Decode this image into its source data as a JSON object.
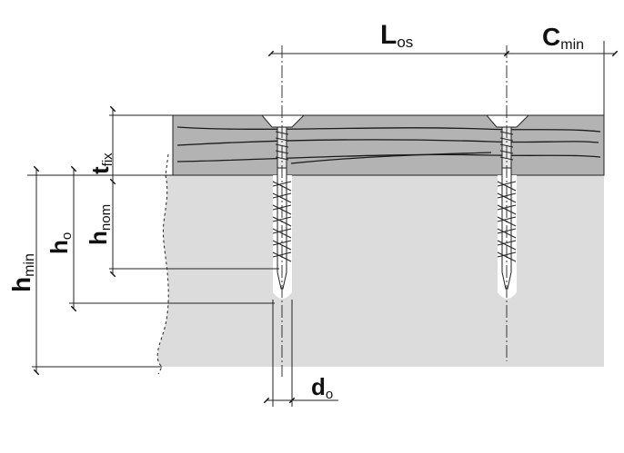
{
  "labels": {
    "L_os": {
      "main": "L",
      "sub": "os"
    },
    "C_min": {
      "main": "C",
      "sub": "min"
    },
    "t_fix": {
      "main": "t",
      "sub": "fix"
    },
    "h_nom": {
      "main": "h",
      "sub": "nom"
    },
    "h_o": {
      "main": "h",
      "sub": "o"
    },
    "h_min": {
      "main": "h",
      "sub": "min"
    },
    "d_o": {
      "main": "d",
      "sub": "o"
    }
  },
  "colors": {
    "concrete": "#dcdcdc",
    "fixture_board": "#b3b3b3",
    "line": "#2a2a2a",
    "hole": "#ffffff"
  }
}
